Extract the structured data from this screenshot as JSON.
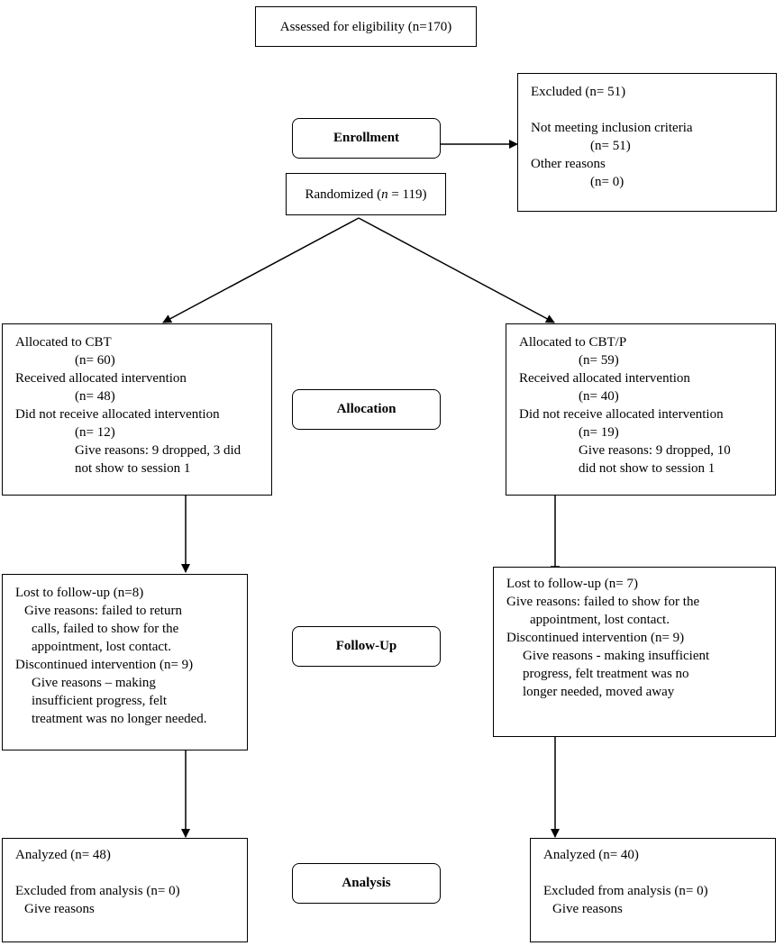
{
  "assessed": "Assessed for eligibility (n=170)",
  "excluded": {
    "title": "Excluded (n= 51)",
    "not_meeting": "Not meeting inclusion criteria",
    "not_meeting_n": "(n= 51)",
    "other": "Other reasons",
    "other_n": "(n= 0)"
  },
  "randomized": {
    "prefix": "Randomized (",
    "n": "n",
    "suffix": " = 119)"
  },
  "stages": {
    "enrollment": "Enrollment",
    "allocation": "Allocation",
    "followup": "Follow-Up",
    "analysis": "Analysis"
  },
  "left": {
    "allocation": {
      "allocated": "Allocated to CBT",
      "allocated_n": "(n= 60)",
      "received": "Received allocated intervention",
      "received_n": "(n= 48)",
      "not_received": "Did not receive allocated intervention",
      "not_received_n": "(n= 12)",
      "reasons_1": "Give reasons: 9 dropped, 3 did",
      "reasons_2": "not show to session 1"
    },
    "followup": {
      "lost": "Lost to follow-up (n=8)",
      "lost_reason_1": "Give reasons: failed to return",
      "lost_reason_2": "calls, failed to show for the",
      "lost_reason_3": "appointment, lost contact.",
      "discontinued": "Discontinued intervention (n= 9)",
      "disc_reason_1": "Give reasons – making",
      "disc_reason_2": "insufficient progress, felt",
      "disc_reason_3": "treatment was no longer needed."
    },
    "analysis": {
      "analyzed": "Analyzed (n= 48)",
      "excluded": "Excluded from analysis (n= 0)",
      "reasons": "Give reasons"
    }
  },
  "right": {
    "allocation": {
      "allocated": "Allocated to CBT/P",
      "allocated_n": "(n= 59)",
      "received": "Received allocated intervention",
      "received_n": "(n= 40)",
      "not_received": "Did not receive allocated intervention",
      "not_received_n": "(n= 19)",
      "reasons_1": "Give reasons: 9 dropped, 10",
      "reasons_2": "did not show to session 1"
    },
    "followup": {
      "lost": "Lost to follow-up (n= 7)",
      "lost_reason_1": "Give reasons: failed to show for the",
      "lost_reason_2": "appointment, lost contact.",
      "discontinued": "Discontinued intervention (n= 9)",
      "disc_reason_1": "Give reasons - making insufficient",
      "disc_reason_2": "progress, felt treatment was no",
      "disc_reason_3": "longer needed, moved away"
    },
    "analysis": {
      "analyzed": "Analyzed (n= 40)",
      "excluded": "Excluded from analysis (n= 0)",
      "reasons": "Give reasons"
    }
  }
}
